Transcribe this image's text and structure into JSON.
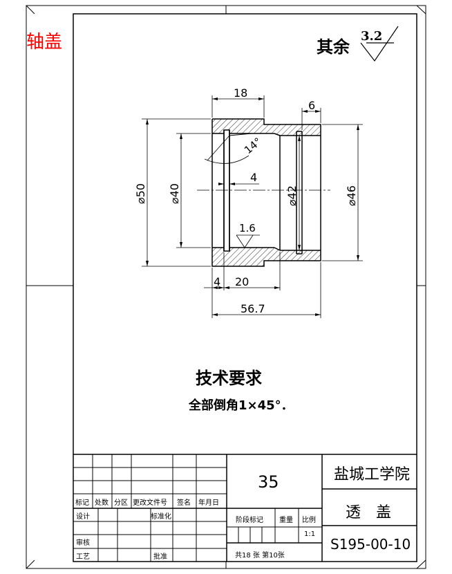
{
  "part_label": "轴盖",
  "surface_finish": {
    "prefix": "其余",
    "value": "3.2"
  },
  "dimensions": {
    "width_18": "18",
    "width_6": "6",
    "angle_14": "14°",
    "dia_50": "⌀50",
    "dia_40": "⌀40",
    "dia_42": "⌀42",
    "dia_46": "⌀46",
    "groove_4": "4",
    "roughness_1_6": "1.6",
    "len_4": "4",
    "len_20": "20",
    "len_56_7": "56.7"
  },
  "tech_requirements": {
    "title": "技术要求",
    "line1": "全部倒角1×45°．"
  },
  "title_block": {
    "material": "35",
    "school": "盐城工学院",
    "part_name": "透　盖",
    "drawing_no": "S195-00-10",
    "labels": {
      "mark": "标记",
      "count": "处数",
      "zone": "分区",
      "change_doc": "更改文件号",
      "sign": "签名",
      "date": "年月日",
      "design": "设计",
      "standardize": "标准化",
      "stage_mark": "阶段标记",
      "weight": "重量",
      "scale": "比例",
      "review": "审核",
      "process": "工艺",
      "approve": "批准",
      "sheets": "共18 张  第10张"
    },
    "scale_value": "1:1"
  }
}
